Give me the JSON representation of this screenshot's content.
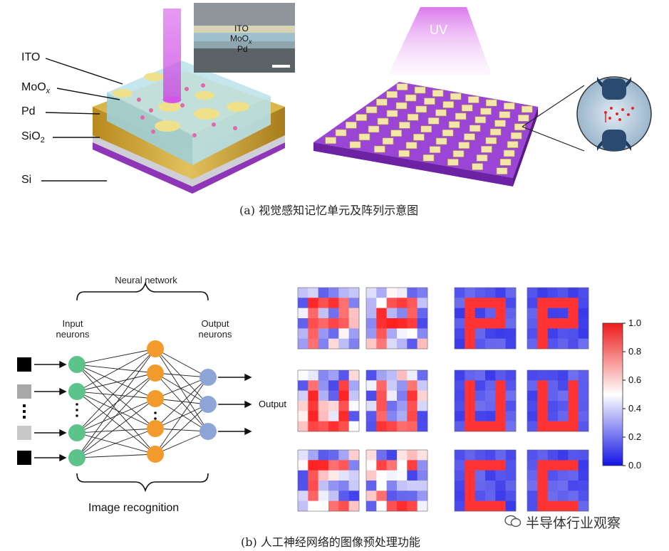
{
  "panel_a": {
    "layer_labels": {
      "ito": "ITO",
      "moox_base": "MoO",
      "moox_sub": "x",
      "pd": "Pd",
      "sio2_base": "SiO",
      "sio2_sub": "2",
      "si": "Si"
    },
    "inset_labels": {
      "ito": "ITO",
      "moox_base": "MoO",
      "moox_sub": "x",
      "pd": "Pd"
    },
    "uv_label": "UV",
    "caption": "(a) 视觉感知记忆单元及阵列示意图",
    "colors": {
      "purple": "#8a2be2",
      "gold": "#c9a23a",
      "cell": "#f2e6a8",
      "beam": "#e28cf0"
    }
  },
  "panel_b": {
    "network": {
      "title": "Neural network",
      "input_label_line1": "Input",
      "input_label_line2": "neurons",
      "output_label_line1": "Output",
      "output_label_line2": "neurons",
      "output_arrow_label": "Output",
      "footer": "Image recognition",
      "colors": {
        "input": "#5cc48a",
        "hidden": "#f39a2c",
        "output": "#8ea3d6"
      }
    },
    "colorbar": {
      "ticks": [
        "1.0",
        "0.8",
        "0.6",
        "0.4",
        "0.2",
        "0.0"
      ],
      "colors": {
        "high": "#ee1c1c",
        "mid": "#ffffff",
        "low": "#1414e6"
      }
    },
    "caption": "(b) 人工神经网络的图像预处理功能"
  },
  "watermark": "半导体行业观察"
}
